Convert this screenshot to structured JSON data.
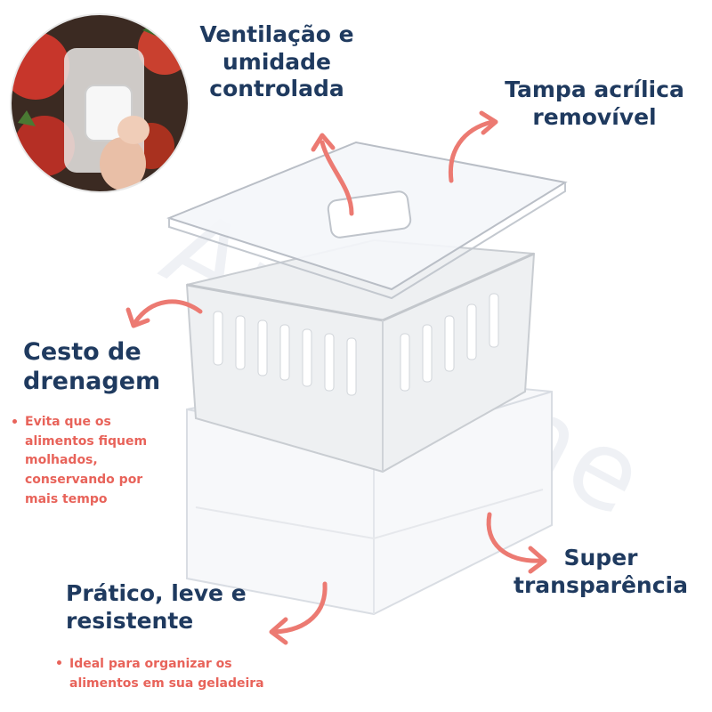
{
  "features": {
    "ventilation": {
      "lines": [
        "Ventilação e",
        "umidade",
        "controlada"
      ]
    },
    "lid": {
      "lines": [
        "Tampa acrílica",
        "removível"
      ]
    },
    "basket": {
      "lines": [
        "Cesto de",
        "drenagem"
      ],
      "bullet": [
        "Evita que os",
        "alimentos fiquem",
        "molhados,",
        "conservando por",
        "mais tempo"
      ]
    },
    "transparency": {
      "lines": [
        "Super",
        "transparência"
      ]
    },
    "practical": {
      "lines": [
        "Prático, leve e",
        "resistente"
      ],
      "bullet": [
        "Ideal para organizar os",
        "alimentos em sua geladeira"
      ]
    }
  },
  "colors": {
    "heading": "#1f3a5f",
    "accent": "#e8635a",
    "arrow": "#ec7a72"
  },
  "icons": [
    "curved-arrow-icon",
    "bullet-dot-icon"
  ]
}
